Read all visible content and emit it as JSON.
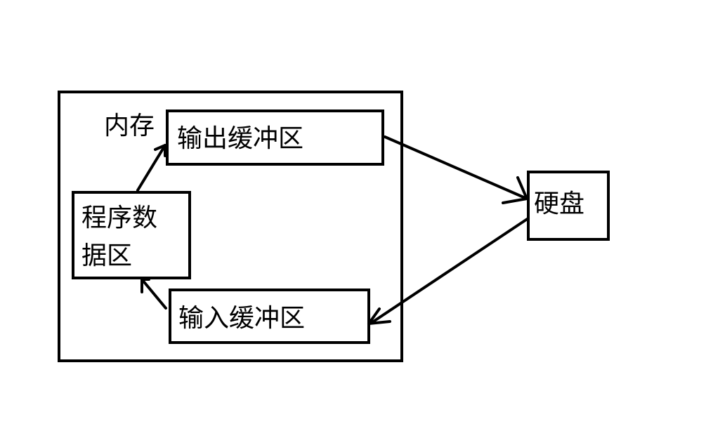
{
  "memory": {
    "label": "内存"
  },
  "output_buffer": {
    "label": "输出缓冲区"
  },
  "program_data": {
    "line1": "程序数",
    "line2": "据区"
  },
  "input_buffer": {
    "label": "输入缓冲区"
  },
  "disk": {
    "label": "硬盘"
  },
  "colors": {
    "stroke": "#000000",
    "background": "#ffffff"
  }
}
